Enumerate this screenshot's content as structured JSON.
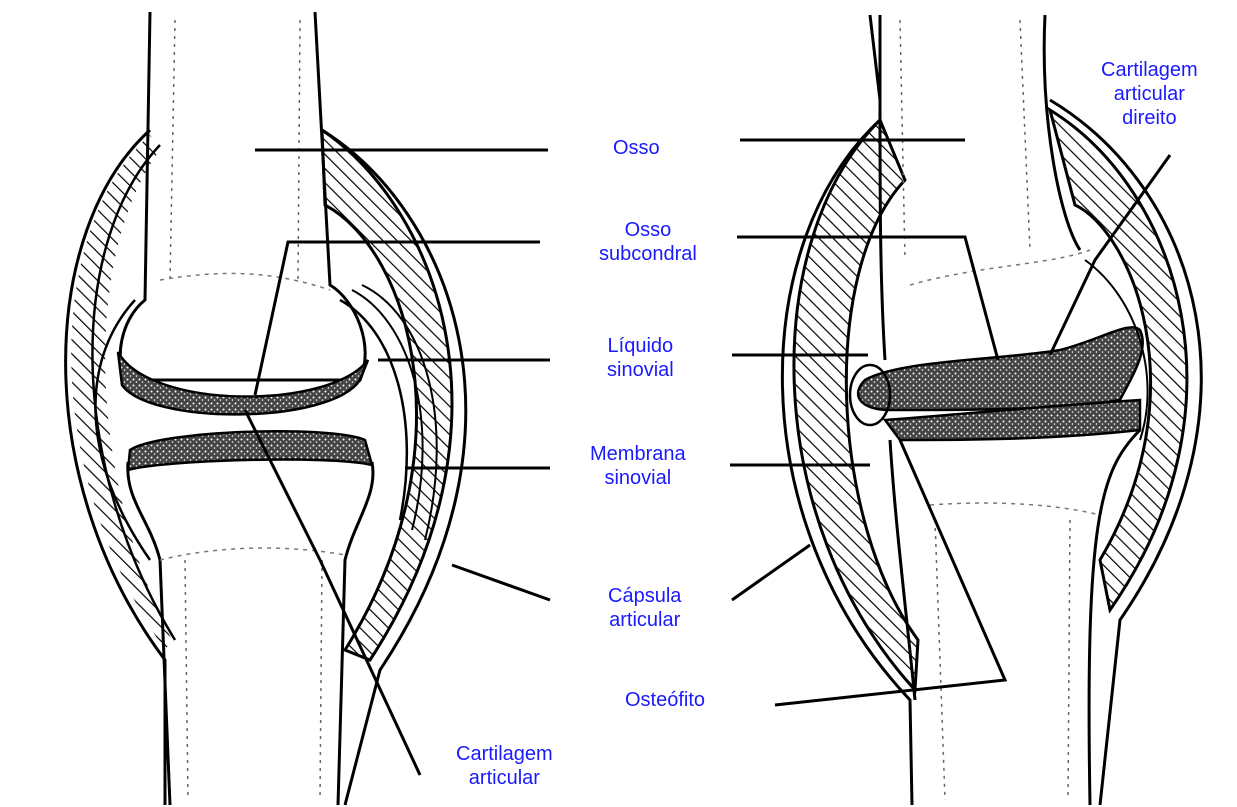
{
  "colors": {
    "label": "#1a1aff",
    "ink": "#000000",
    "background": "#ffffff"
  },
  "labels": {
    "osso": "Osso",
    "osso_subcondral": "Osso\nsubcondral",
    "liquido_sinovial": "Líquido\nsinovial",
    "membrana_sinovial": "Membrana\nsinovial",
    "capsula_articular": "Cápsula\narticular",
    "osteofito": "Osteófito",
    "cartilagem_articular": "Cartilagem\narticular",
    "cartilagem_articular_direito": "Cartilagem\narticular\ndireito"
  }
}
